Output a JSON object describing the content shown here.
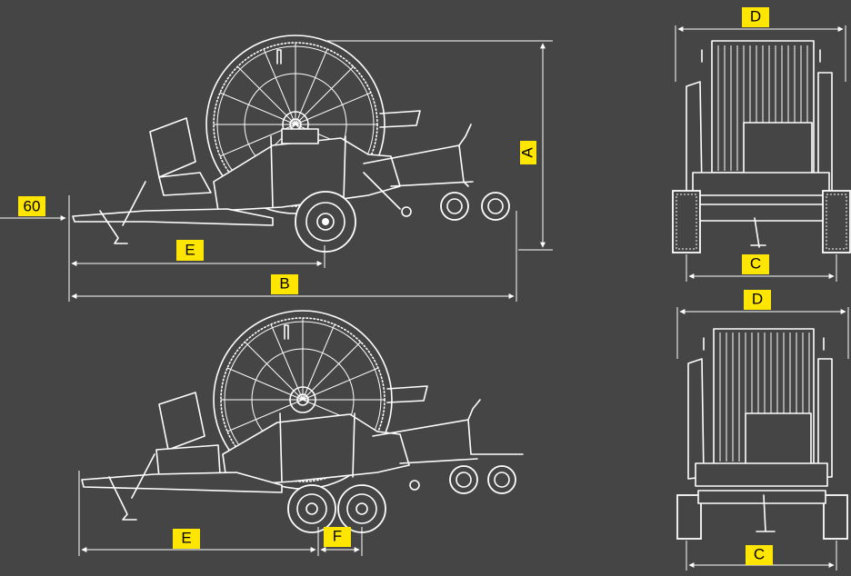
{
  "colors": {
    "background": "#454545",
    "line": "#ffffff",
    "label_bg": "#ffe600",
    "label_text": "#000000"
  },
  "labels": {
    "side_top": {
      "sixty": "60",
      "A": "A",
      "B": "B",
      "E": "E"
    },
    "front_top": {
      "C": "C",
      "D": "D"
    },
    "side_bottom": {
      "E": "E",
      "F": "F"
    },
    "front_bottom": {
      "C": "C",
      "D": "D"
    }
  }
}
